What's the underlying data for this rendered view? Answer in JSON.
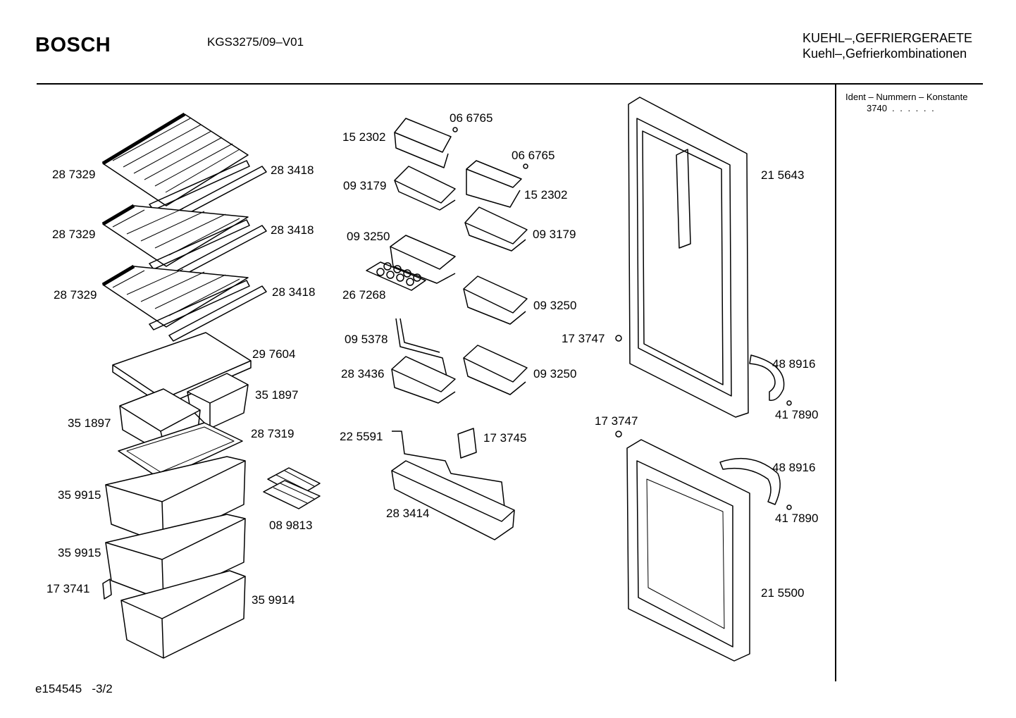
{
  "header": {
    "brand": "BOSCH",
    "model": "KGS3275/09–V01",
    "category_line1": "KUEHL–,GEFRIERGERAETE",
    "category_line2": "Kuehl–,Gefrierkombinationen"
  },
  "ident": {
    "heading": "Ident – Nummern – Konstante",
    "value": "3740",
    "dots": ". . . . . ."
  },
  "footer": {
    "doc_id": "e154545",
    "page": "-3/2"
  },
  "parts": [
    "28 7329",
    "28 3418",
    "28 7329",
    "28 3418",
    "28 7329",
    "28 3418",
    "29 7604",
    "35 1897",
    "35 1897",
    "28 7319",
    "35 9915",
    "35 9915",
    "17 3741",
    "35 9914",
    "08 9813",
    "15 2302",
    "06 6765",
    "06 6765",
    "09 3179",
    "15 2302",
    "09 3250",
    "09 3179",
    "26 7268",
    "09 3250",
    "09 5378",
    "28 3436",
    "09 3250",
    "22 5591",
    "17 3745",
    "28 3414",
    "21 5643",
    "17 3747",
    "48 8916",
    "41 7890",
    "17 3747",
    "48 8916",
    "41 7890",
    "21 5500"
  ]
}
